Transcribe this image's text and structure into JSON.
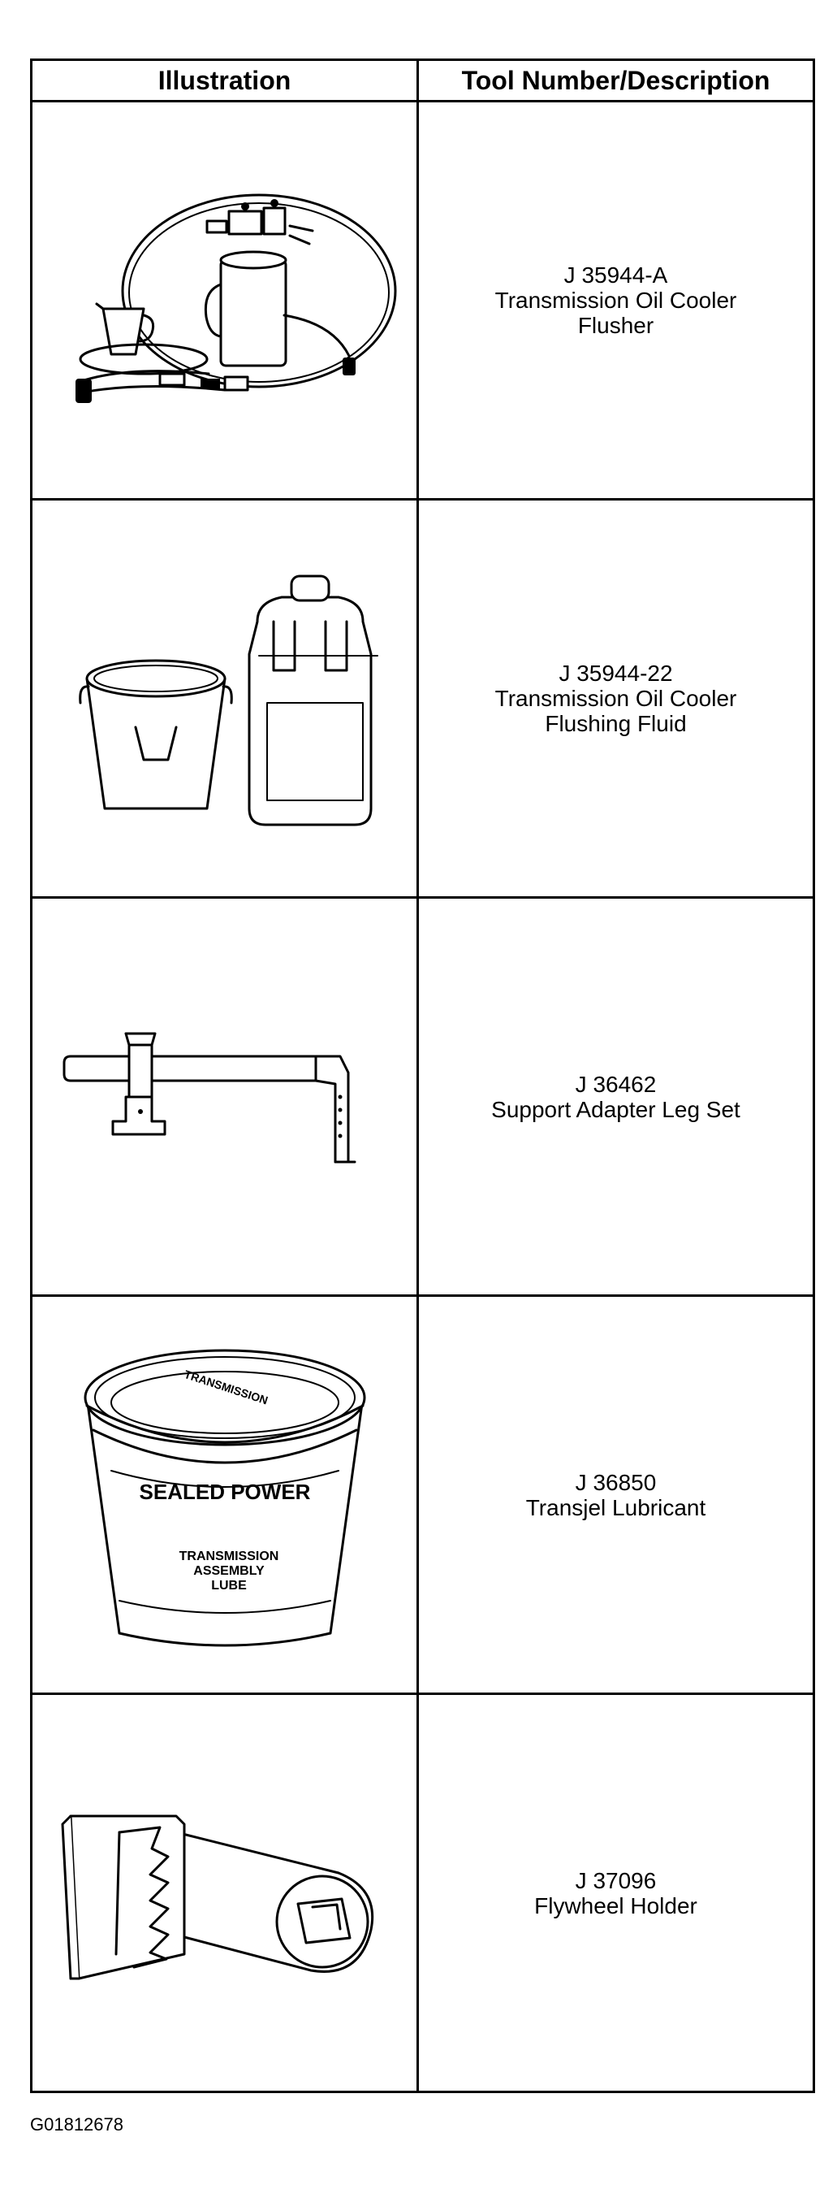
{
  "table": {
    "headers": {
      "illustration": "Illustration",
      "description": "Tool Number/Description"
    },
    "rows": [
      {
        "number": "J 35944-A",
        "description_lines": [
          "Transmission Oil Cooler",
          "Flusher"
        ],
        "illustration_icon": "oil-cooler-flusher-icon"
      },
      {
        "number": "J 35944-22",
        "description_lines": [
          "Transmission Oil Cooler",
          "Flushing Fluid"
        ],
        "illustration_icon": "flushing-fluid-icon"
      },
      {
        "number": "J 36462",
        "description_lines": [
          "Support Adapter Leg Set"
        ],
        "illustration_icon": "support-adapter-leg-icon"
      },
      {
        "number": "J 36850",
        "description_lines": [
          "Transjel Lubricant"
        ],
        "illustration_icon": "transjel-lubricant-icon",
        "container_text": {
          "brand": "SEALED POWER",
          "label_lines": [
            "TRANSMISSION",
            "ASSEMBLY",
            "LUBE"
          ]
        }
      },
      {
        "number": "J 37096",
        "description_lines": [
          "Flywheel Holder"
        ],
        "illustration_icon": "flywheel-holder-icon"
      }
    ]
  },
  "figure_code": "G01812678"
}
